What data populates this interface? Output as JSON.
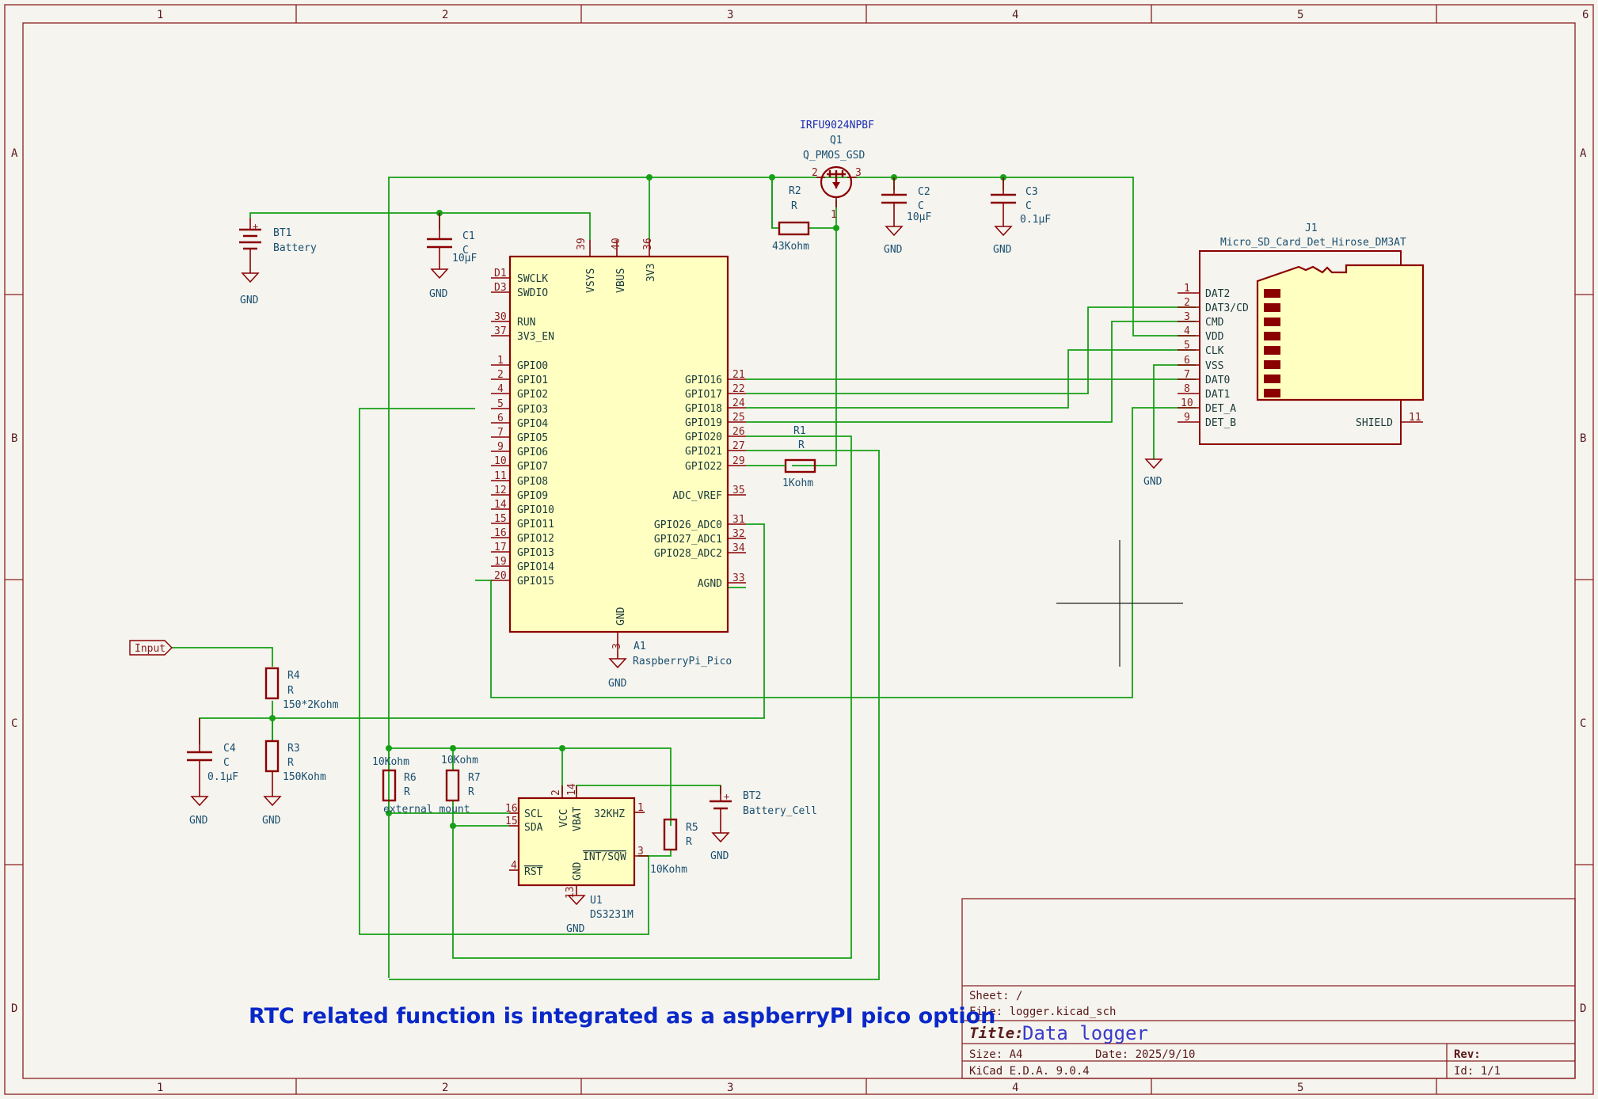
{
  "frame": {
    "columns": [
      "1",
      "2",
      "3",
      "4",
      "5",
      "6"
    ],
    "rows": [
      "A",
      "B",
      "C",
      "D"
    ]
  },
  "title_block": {
    "sheet_label": "Sheet: /",
    "file_label": "File: logger.kicad_sch",
    "title_label": "Title:",
    "title_value": "Data logger",
    "size_label": "Size: A4",
    "date_label": "Date: 2025/9/10",
    "rev_label": "Rev:",
    "tool_label": "KiCad E.D.A. 9.0.4",
    "id_label": "Id: 1/1"
  },
  "note": "RTC related function is integrated as a aspberryPI pico option",
  "components": {
    "bt1": {
      "ref": "BT1",
      "value": "Battery",
      "gnd": "GND"
    },
    "c1": {
      "ref": "C1",
      "type": "C",
      "value": "10µF",
      "gnd": "GND"
    },
    "q1": {
      "mpn": "IRFU9024NPBF",
      "ref": "Q1",
      "value": "Q_PMOS_GSD",
      "pin2": "2",
      "pin3": "3",
      "pin1": "1"
    },
    "r2": {
      "ref": "R2",
      "type": "R",
      "value": "43Kohm"
    },
    "c2": {
      "ref": "C2",
      "type": "C",
      "value": "10µF",
      "gnd": "GND"
    },
    "c3": {
      "ref": "C3",
      "type": "C",
      "value": "0.1µF",
      "gnd": "GND"
    },
    "j1": {
      "ref": "J1",
      "value": "Micro_SD_Card_Det_Hirose_DM3AT",
      "pins": [
        {
          "num": "1",
          "name": "DAT2"
        },
        {
          "num": "2",
          "name": "DAT3/CD"
        },
        {
          "num": "3",
          "name": "CMD"
        },
        {
          "num": "4",
          "name": "VDD"
        },
        {
          "num": "5",
          "name": "CLK"
        },
        {
          "num": "6",
          "name": "VSS"
        },
        {
          "num": "7",
          "name": "DAT0"
        },
        {
          "num": "8",
          "name": "DAT1"
        },
        {
          "num": "10",
          "name": "DET_A"
        },
        {
          "num": "9",
          "name": "DET_B"
        }
      ],
      "shield_num": "11",
      "shield_name": "SHIELD",
      "gnd": "GND"
    },
    "a1": {
      "ref": "A1",
      "value": "RaspberryPi_Pico",
      "top_pins": [
        {
          "num": "39",
          "name": "VSYS"
        },
        {
          "num": "40",
          "name": "VBUS"
        },
        {
          "num": "36",
          "name": "3V3"
        }
      ],
      "left_pins": [
        {
          "num": "D1",
          "name": "SWCLK"
        },
        {
          "num": "D3",
          "name": "SWDIO"
        },
        {
          "num": "30",
          "name": "RUN"
        },
        {
          "num": "37",
          "name": "3V3_EN"
        },
        {
          "num": "1",
          "name": "GPIO0"
        },
        {
          "num": "2",
          "name": "GPIO1"
        },
        {
          "num": "4",
          "name": "GPIO2"
        },
        {
          "num": "5",
          "name": "GPIO3"
        },
        {
          "num": "6",
          "name": "GPIO4"
        },
        {
          "num": "7",
          "name": "GPIO5"
        },
        {
          "num": "9",
          "name": "GPIO6"
        },
        {
          "num": "10",
          "name": "GPIO7"
        },
        {
          "num": "11",
          "name": "GPIO8"
        },
        {
          "num": "12",
          "name": "GPIO9"
        },
        {
          "num": "14",
          "name": "GPIO10"
        },
        {
          "num": "15",
          "name": "GPIO11"
        },
        {
          "num": "16",
          "name": "GPIO12"
        },
        {
          "num": "17",
          "name": "GPIO13"
        },
        {
          "num": "19",
          "name": "GPIO14"
        },
        {
          "num": "20",
          "name": "GPIO15"
        }
      ],
      "right_pins": [
        {
          "num": "21",
          "name": "GPIO16"
        },
        {
          "num": "22",
          "name": "GPIO17"
        },
        {
          "num": "24",
          "name": "GPIO18"
        },
        {
          "num": "25",
          "name": "GPIO19"
        },
        {
          "num": "26",
          "name": "GPIO20"
        },
        {
          "num": "27",
          "name": "GPIO21"
        },
        {
          "num": "29",
          "name": "GPIO22"
        },
        {
          "num": "35",
          "name": "ADC_VREF"
        },
        {
          "num": "31",
          "name": "GPIO26_ADC0"
        },
        {
          "num": "32",
          "name": "GPIO27_ADC1"
        },
        {
          "num": "34",
          "name": "GPIO28_ADC2"
        },
        {
          "num": "33",
          "name": "AGND"
        }
      ],
      "gnd_pin_num": "3",
      "gnd_pin_name": "GND",
      "gnd": "GND"
    },
    "r1": {
      "ref": "R1",
      "type": "R",
      "value": "1Kohm"
    },
    "input_label": "Input",
    "r4": {
      "ref": "R4",
      "type": "R",
      "value": "150*2Kohm"
    },
    "r3": {
      "ref": "R3",
      "type": "R",
      "value": "150Kohm",
      "gnd": "GND"
    },
    "c4": {
      "ref": "C4",
      "type": "C",
      "value": "0.1µF",
      "gnd": "GND"
    },
    "r6": {
      "ref": "R6",
      "type": "R",
      "value": "10Kohm"
    },
    "r7": {
      "ref": "R7",
      "type": "R",
      "value": "10Kohm"
    },
    "external_mount": "external mount",
    "u1": {
      "ref": "U1",
      "value": "DS3231M",
      "pins": {
        "scl_num": "16",
        "scl": "SCL",
        "sda_num": "15",
        "sda": "SDA",
        "rst_num": "4",
        "rst": "RST",
        "vcc_num": "2",
        "vcc": "VCC",
        "vbat_num": "14",
        "vbat": "VBAT",
        "k32_num": "1",
        "k32": "32KHZ",
        "int_num": "3",
        "int": "INT/SQW",
        "gnd_num": "13",
        "gnd": "GND"
      },
      "gnd": "GND"
    },
    "r5": {
      "ref": "R5",
      "type": "R",
      "value": "10Kohm"
    },
    "bt2": {
      "ref": "BT2",
      "value": "Battery_Cell",
      "gnd": "GND"
    }
  }
}
